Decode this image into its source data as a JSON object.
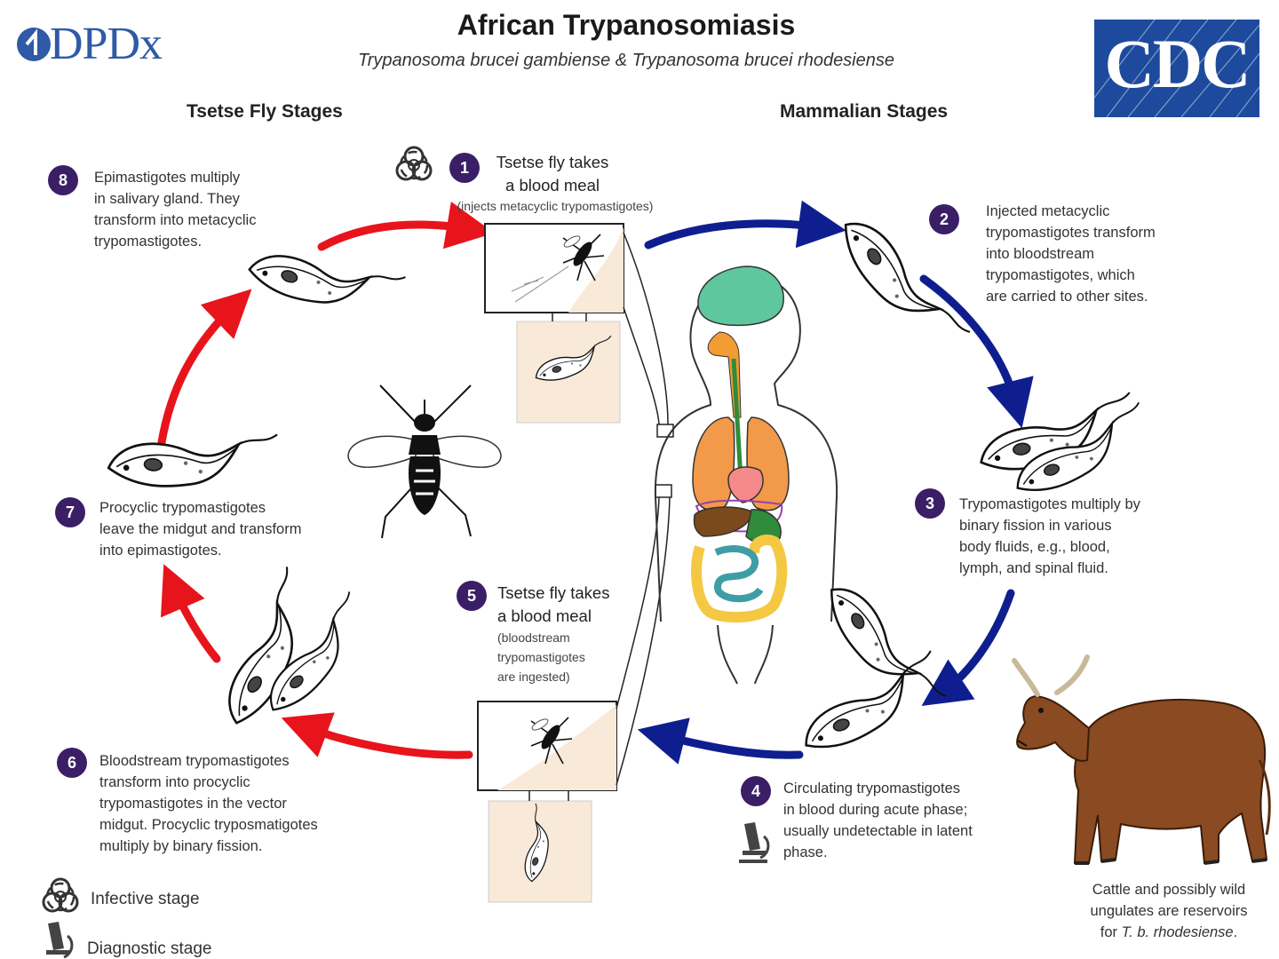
{
  "header": {
    "title": "African Trypanosomiasis",
    "subtitle": "Trypanosoma brucei gambiense & Trypanosoma brucei rhodesiense",
    "logo_left": "DPDx",
    "logo_right": "CDC"
  },
  "sections": {
    "left": "Tsetse Fly Stages",
    "right": "Mammalian Stages"
  },
  "steps": [
    {
      "n": "1",
      "heading": "Tsetse fly takes\na blood meal",
      "note": "(injects metacyclic trypomastigotes)"
    },
    {
      "n": "2",
      "text": "Injected metacyclic\ntrypomastigotes transform\ninto bloodstream\ntrypomastigotes, which\nare carried to other sites."
    },
    {
      "n": "3",
      "text": "Trypomastigotes multiply by\nbinary fission in various\nbody fluids, e.g., blood,\nlymph, and spinal fluid."
    },
    {
      "n": "4",
      "text": "Circulating trypomastigotes\nin blood during acute phase;\nusually undetectable in latent\nphase."
    },
    {
      "n": "5",
      "heading": "Tsetse fly takes\na blood meal",
      "note": "(bloodstream\ntrypomastigotes\nare ingested)"
    },
    {
      "n": "6",
      "text": "Bloodstream trypomastigotes\ntransform into procyclic\ntrypomastigotes in the vector\nmidgut. Procyclic tryposmatigotes\nmultiply by binary fission."
    },
    {
      "n": "7",
      "text": "Procyclic trypomastigotes\nleave the midgut and transform\ninto epimastigotes."
    },
    {
      "n": "8",
      "text": "Epimastigotes multiply\nin salivary gland. They\ntransform into metacyclic\ntrypomastigotes."
    }
  ],
  "reservoir": {
    "line1": "Cattle and possibly wild",
    "line2": "ungulates are reservoirs",
    "line3_prefix": "for ",
    "line3_italic": "T. b. rhodesiense",
    "line3_suffix": "."
  },
  "legend": {
    "infective": "Infective stage",
    "diagnostic": "Diagnostic stage"
  },
  "icons": {
    "infective": "biohazard-icon",
    "diagnostic": "microscope-icon"
  },
  "colors": {
    "badge": "#3a1f66",
    "fly_cycle_arrow": "#e8141c",
    "host_cycle_arrow": "#0f1e8f",
    "inset_fill": "#f9e9d9",
    "brain": "#5fc79e",
    "lungs": "#f2994a",
    "heart": "#f48a8a",
    "liver": "#7a4a1c",
    "stomach": "#2f8c3a",
    "small_intestine": "#3f9da6",
    "large_intestine": "#f4c842",
    "esophagus": "#f39c33",
    "cattle": "#8a4a22"
  }
}
